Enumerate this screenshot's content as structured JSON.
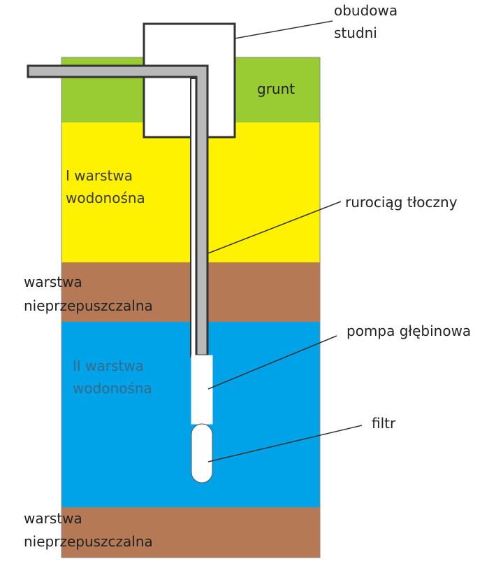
{
  "labels": {
    "housing_line1": "obudowa",
    "housing_line2": "studni",
    "soil": "grunt",
    "aquifer1_line1": "I warstwa",
    "aquifer1_line2": "wodonośna",
    "pipeline": "rurociąg tłoczny",
    "impermeable1_line1": "warstwa",
    "impermeable1_line2": "nieprzepuszczalna",
    "pump": "pompa głębinowa",
    "aquifer2_line1": "II warstwa",
    "aquifer2_line2": "wodonośna",
    "filter": "filtr",
    "impermeable2_line1": "warstwa",
    "impermeable2_line2": "nieprzepuszczalna"
  },
  "colors": {
    "soil": "#99cc33",
    "aquifer1": "#fff200",
    "impermeable": "#b57a55",
    "aquifer2": "#00a2e8",
    "pipe_fill": "#b9b9b9",
    "outline": "#333333",
    "white": "#ffffff",
    "text": "#222222",
    "aquifer1_text": "#3a3a3a",
    "aquifer2_text": "#3a6a8a"
  }
}
